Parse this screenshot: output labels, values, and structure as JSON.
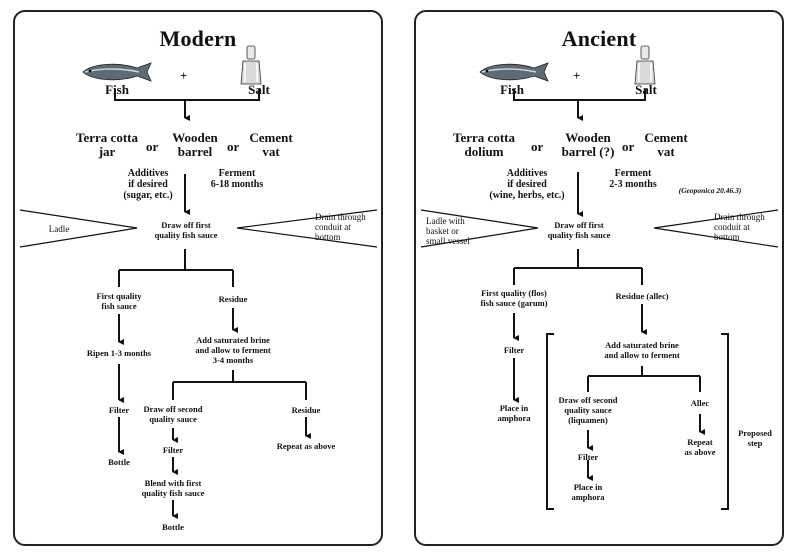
{
  "modern": {
    "title": "Modern",
    "fish": "Fish",
    "plus": "+",
    "salt": "Salt",
    "or1": "or",
    "or2": "or",
    "container1": "Terra cotta\njar",
    "container2": "Wooden\nbarrel",
    "container3": "Cement\nvat",
    "additives": "Additives\nif desired\n(sugar, etc.)",
    "ferment": "Ferment\n6-18 months",
    "ladle": "Ladle",
    "draw": "Draw off first\nquality fish sauce",
    "drain": "Drain through\nconduit at\nbottom",
    "first_quality": "First quality\nfish sauce",
    "residue": "Residue",
    "ripen": "Ripen 1-3 months",
    "add_brine": "Add saturated brine\nand allow to ferment\n3-4 months",
    "filter1": "Filter",
    "draw_second": "Draw off second\nquality sauce",
    "residue2": "Residue",
    "filter2": "Filter",
    "repeat": "Repeat as above",
    "bottle1": "Bottle",
    "blend": "Blend with first\nquality fish sauce",
    "bottle2": "Bottle"
  },
  "ancient": {
    "title": "Ancient",
    "fish": "Fish",
    "plus": "+",
    "salt": "Salt",
    "or1": "or",
    "or2": "or",
    "container1": "Terra cotta\ndolium",
    "container2": "Wooden\nbarrel (?)",
    "container3": "Cement\nvat",
    "additives": "Additives\nif desired\n(wine, herbs, etc.)",
    "ferment": "Ferment\n2-3 months",
    "citation": "(Geoponica 20.46.3)",
    "ladle": "Ladle with\nbasket or\nsmall vessel",
    "draw": "Draw off first\nquality fish sauce",
    "drain": "Drain through\nconduit at\nbottom",
    "first_quality": "First quality (flos)\nfish sauce (garum)",
    "residue": "Residue (allec)",
    "filter1": "Filter",
    "add_brine": "Add saturated brine\nand allow to ferment",
    "place1": "Place in\namphora",
    "draw_second": "Draw off second\nquality sauce\n(liquamen)",
    "allec": "Allec",
    "filter2": "Filter",
    "repeat": "Repeat\nas above",
    "proposed": "Proposed\nstep",
    "place2": "Place in\namphora"
  },
  "icons": {
    "fish": "fish-icon",
    "salt": "salt-shaker-icon"
  }
}
